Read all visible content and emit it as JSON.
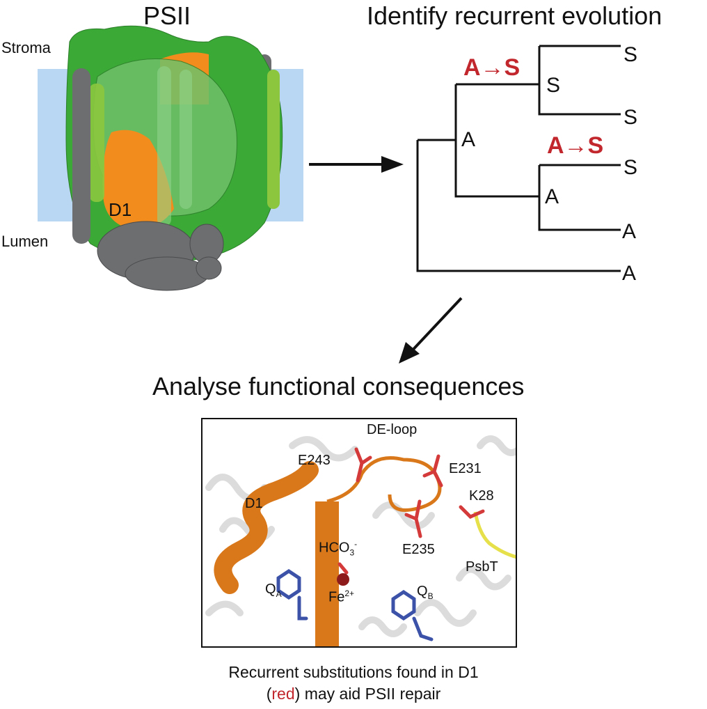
{
  "psii": {
    "title": "PSII",
    "stroma_label": "Stroma",
    "lumen_label": "Lumen",
    "d1_label": "D1",
    "colors": {
      "membrane": "#b9d6f2",
      "green": "#3aa935",
      "orange": "#f28c1c",
      "grey": "#6d6e70"
    }
  },
  "tree": {
    "title": "Identify recurrent evolution",
    "mutation_upper": "A→S",
    "mutation_lower": "A→S",
    "node_inner": "A",
    "node_upper": "S",
    "node_lower": "A",
    "tips": [
      "S",
      "S",
      "S",
      "A",
      "A"
    ]
  },
  "analysis": {
    "title": "Analyse functional consequences",
    "labels": {
      "de_loop": "DE-loop",
      "e243": "E243",
      "e231": "E231",
      "k28": "K28",
      "d1": "D1",
      "hco3_base": "HCO",
      "hco3_sub": "3",
      "hco3_sup": "-",
      "e235": "E235",
      "psbt": "PsbT",
      "qa_base": "Q",
      "qa_sub": "A",
      "fe_base": "Fe",
      "fe_sup": "2+",
      "qb_base": "Q",
      "qb_sub": "B"
    }
  },
  "caption": {
    "line1": "Recurrent substitutions found in D1",
    "line2_open": "(",
    "line2_red": "red",
    "line2_rest": ") may aid PSII repair"
  }
}
